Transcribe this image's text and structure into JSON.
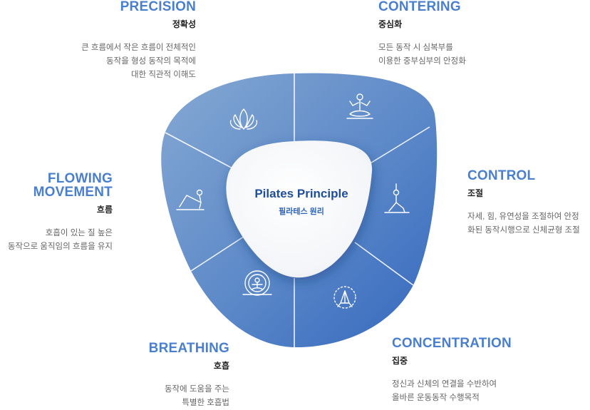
{
  "center": {
    "title": "Pilates Principle",
    "subtitle": "필라테스 원리"
  },
  "principles": [
    {
      "key": "precision",
      "en": "PRECISION",
      "ko": "정확성",
      "desc": "큰 흐름에서 작은 흐름이 전체적인\n동작을 형성 동작의 목적에\n대한 직관적 이해도",
      "icon": "lotus-icon"
    },
    {
      "key": "contering",
      "en": "CONTERING",
      "ko": "중심화",
      "desc": "모든 동작 시 심복부를\n이용한 중부심부의 안정화",
      "icon": "meditation-figure-icon"
    },
    {
      "key": "control",
      "en": "CONTROL",
      "ko": "조절",
      "desc": "자세, 힘, 유연성을 조절하여 안정\n화된 동작시행으로 신체균형 조절",
      "icon": "warrior-pose-icon"
    },
    {
      "key": "concentration",
      "en": "CONCENTRATION",
      "ko": "집중",
      "desc": "정신과 신체의 연결을 수반하여\n올바른 운동동작 수행목적",
      "icon": "praying-hands-icon"
    },
    {
      "key": "breathing",
      "en": "BREATHING",
      "ko": "호흡",
      "desc": "동작에 도움을 주는\n특별한 호흡법",
      "icon": "breathing-figure-icon"
    },
    {
      "key": "flowing",
      "en": "FLOWING\nMOVEMENT",
      "ko": "흐름",
      "desc": "호흡이 있는 질 높은\n동작으로 움직임의 흐름을 유지",
      "icon": "downward-dog-icon"
    }
  ],
  "colors": {
    "accent": "#4a7fd0",
    "ring_light": "#7ea3d2",
    "ring_dark": "#3a6cc0"
  }
}
